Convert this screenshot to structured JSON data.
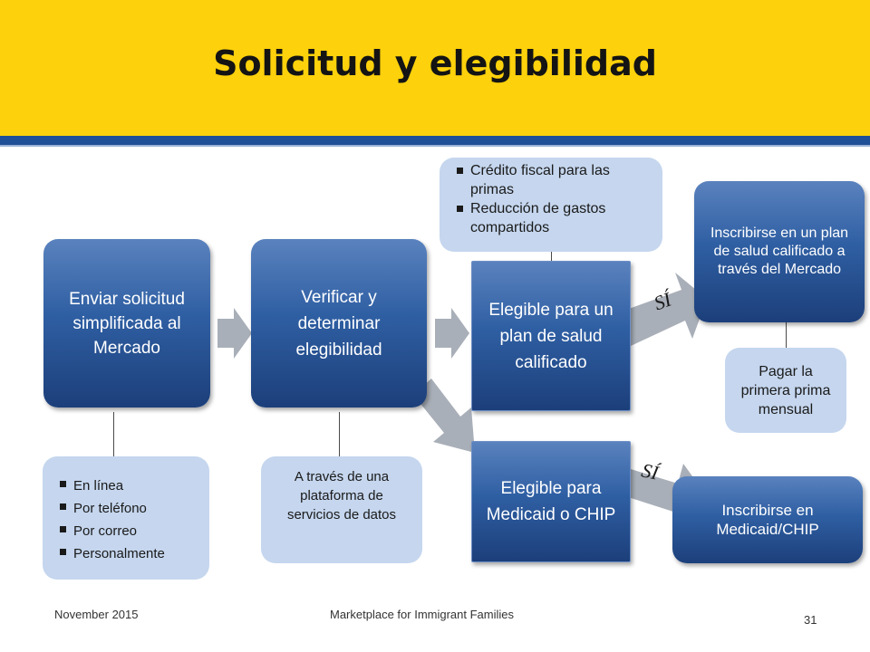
{
  "header": {
    "title": "Solicitud y elegibilidad"
  },
  "boxes": {
    "apply": "Enviar solicitud simplificada al Mercado",
    "verify": "Verificar y determinar elegibilidad",
    "eligible_plan": "Elegible para un plan de salud calificado",
    "eligible_medicaid": "Elegible para Medicaid o CHIP",
    "enroll_plan": "Inscribirse en un plan de salud calificado a través del Mercado",
    "enroll_medicaid": "Inscribirse en Medicaid/CHIP"
  },
  "notes": {
    "apply_methods": [
      "En línea",
      "Por teléfono",
      "Por correo",
      "Personalmente"
    ],
    "verify_method": "A través de una plataforma de servicios de datos",
    "plan_benefits": [
      "Crédito fiscal para las primas",
      "Reducción de gastos compartidos"
    ],
    "first_premium": "Pagar la primera prima mensual"
  },
  "arrows": {
    "yes_plan": "SÍ",
    "yes_medicaid": "SÍ"
  },
  "footer": {
    "date": "November 2015",
    "center": "Marketplace for Immigrant Families",
    "page": "31"
  },
  "colors": {
    "header": "#fdd10b",
    "header_rule": "#1f4f96",
    "box_blue": "#2f5fa3",
    "note_fill": "#c5d6ee",
    "arrow_gray": "#a9afb8"
  }
}
